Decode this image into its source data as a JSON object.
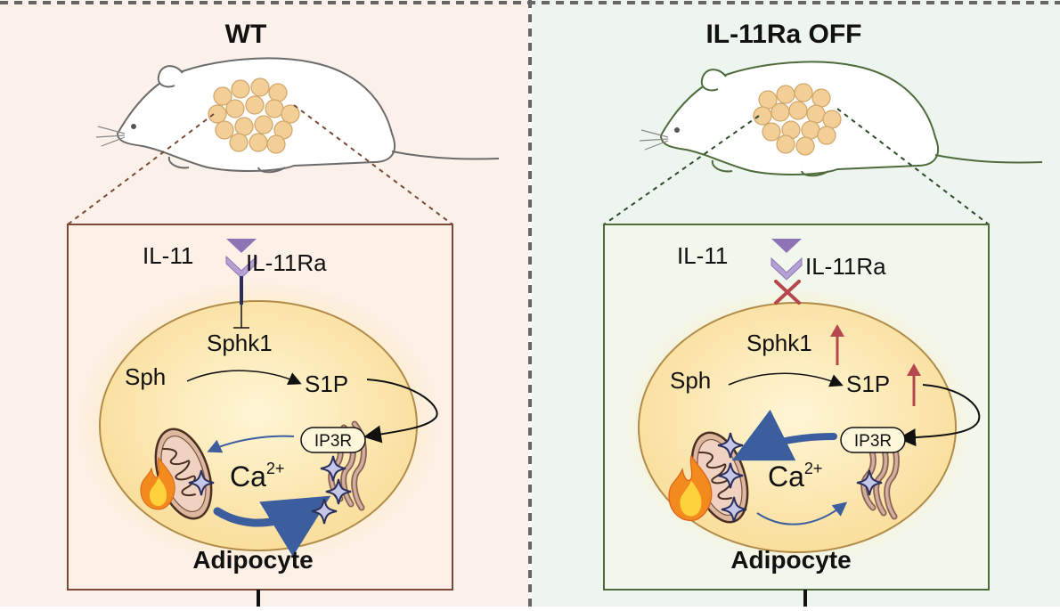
{
  "panels": [
    {
      "title": "WT",
      "ligand": "IL-11",
      "receptor": "IL-11Ra",
      "enzyme": "Sphk1",
      "substrate": "Sph",
      "product": "S1P",
      "channel": "IP3R",
      "ion_base": "Ca",
      "ion_sup": "2+",
      "cell": "Adipocyte"
    },
    {
      "title": "IL-11Ra OFF",
      "ligand": "IL-11",
      "receptor": "IL-11Ra",
      "enzyme": "Sphk1",
      "substrate": "Sph",
      "product": "S1P",
      "channel": "IP3R",
      "ion_base": "Ca",
      "ion_sup": "2+",
      "cell": "Adipocyte"
    }
  ],
  "colors": {
    "wt_background": "#fbf1ea",
    "off_background": "#eef5ee",
    "wt_frame": "#7a4a36",
    "off_frame": "#4e6b3b",
    "cell_fill": "#fbe3a6",
    "receptor": "#8e73b5",
    "upregulation_arrow": "#b5484f",
    "calcium_flow": "#3d5e9e"
  }
}
